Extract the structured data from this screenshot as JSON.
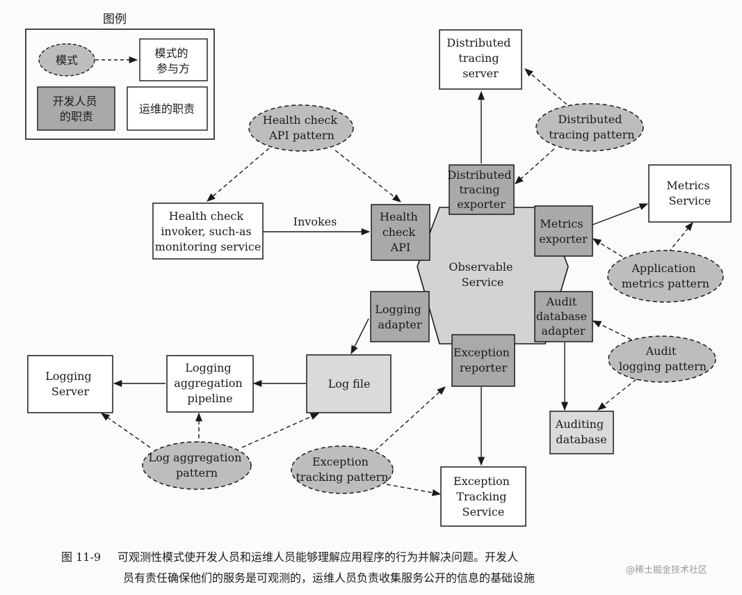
{
  "legend": {
    "title": "图例",
    "pattern": "模式",
    "pattern_participant": [
      "模式的",
      "参与方"
    ],
    "dev_duty": [
      "开发人员",
      "的职责"
    ],
    "ops_duty": "运维的职责"
  },
  "nodes": {
    "distributed_tracing_server": [
      "Distributed",
      "tracing",
      "server"
    ],
    "distributed_tracing_pattern": [
      "Distributed",
      "tracing pattern"
    ],
    "health_check_api_pattern": [
      "Health check",
      "API pattern"
    ],
    "health_check_invoker": [
      "Health check",
      "invoker, such-as",
      "monitoring service"
    ],
    "invokes_label": "Invokes",
    "health_check_api": [
      "Health",
      "check",
      "API"
    ],
    "distributed_tracing_exporter": [
      "Distributed",
      "tracing",
      "exporter"
    ],
    "metrics_service": [
      "Metrics",
      "Service"
    ],
    "metrics_exporter": [
      "Metrics",
      "exporter"
    ],
    "observable_service": [
      "Observable",
      "Service"
    ],
    "application_metrics_pattern": [
      "Application",
      "metrics pattern"
    ],
    "logging_adapter": [
      "Logging",
      "adapter"
    ],
    "audit_database_adapter": [
      "Audit",
      "database",
      "adapter"
    ],
    "audit_logging_pattern": [
      "Audit",
      "logging pattern"
    ],
    "logging_server": [
      "Logging",
      "Server"
    ],
    "logging_aggregation_pipeline": [
      "Logging",
      "aggregation",
      "pipeline"
    ],
    "log_file": "Log file",
    "exception_reporter": [
      "Exception",
      "reporter"
    ],
    "auditing_database": [
      "Auditing",
      "database"
    ],
    "log_aggregation_pattern": [
      "Log aggregation",
      "pattern"
    ],
    "exception_tracking_pattern": [
      "Exception",
      "tracking pattern"
    ],
    "exception_tracking_service": [
      "Exception",
      "Tracking",
      "Service"
    ]
  },
  "caption": {
    "figure_number": "图 11-9",
    "line1": "可观测性模式使开发人员和运维人员能够理解应用程序的行为并解决问题。开发人",
    "line2": "员有责任确保他们的服务是可观测的，运维人员负责收集服务公开的信息的基础设施"
  },
  "watermark": "@稀土掘金技术社区",
  "colors": {
    "pattern_fill": "#bdbdbd",
    "dev_fill": "#a9a9a9",
    "participant_fill": "#dadada",
    "hexagon_fill": "#d3d3d3",
    "ops_fill": "#ffffff"
  }
}
